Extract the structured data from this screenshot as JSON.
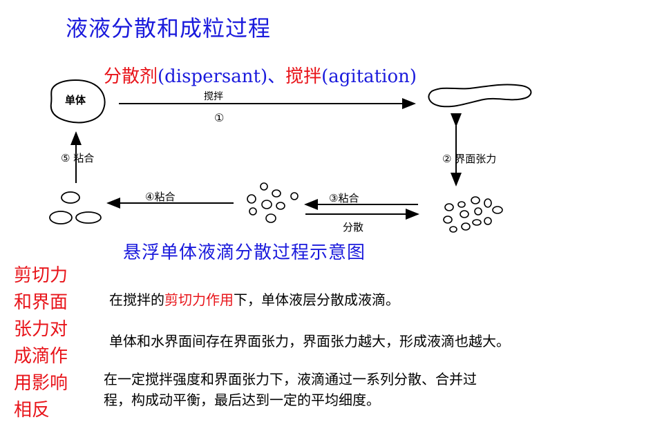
{
  "title": "液液分散和成粒过程",
  "subtitle": {
    "part1": "分散剂",
    "part2": "(dispersant)、",
    "part3": "搅拌",
    "part4": "(agitation)"
  },
  "diagram": {
    "monomer_label": "单体",
    "step1_label": "搅拌",
    "step1_num": "①",
    "step2_label": "② 界面张力",
    "step3_label": "③粘合",
    "step3_sub": "分散",
    "step4_label": "④粘合",
    "step5_label": "⑤ 粘合"
  },
  "caption": "悬浮单体液滴分散过程示意图",
  "side_text": [
    "剪切力",
    "和界面",
    "张力对",
    "成滴作",
    "用影响",
    "相反"
  ],
  "line1": {
    "pre": "在搅拌的",
    "red": "剪切力作用",
    "post": "下，单体液层分散成液滴。"
  },
  "line2": "单体和水界面间存在界面张力，界面张力越大，形成液滴也越大。",
  "line3": [
    "在一定搅拌强度和界面张力下，液滴通过一系列分散、合并过",
    "程，构成动平衡，最后达到一定的平均细度。"
  ]
}
